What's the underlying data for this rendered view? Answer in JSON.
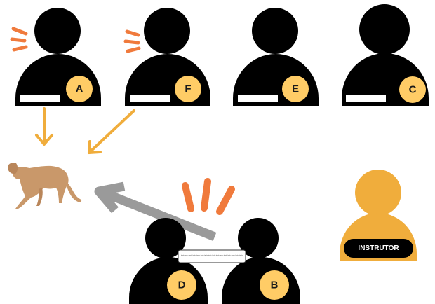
{
  "colors": {
    "person": "#000000",
    "badge": "#ffcc66",
    "instructor": "#f0ad3c",
    "arrow_orange": "#f0ad3c",
    "arrow_gray": "#9a9a9a",
    "attention_lines": "#f07a3c",
    "name_tag": "#ffffff"
  },
  "students_top": [
    {
      "id": "A",
      "label": "A",
      "speaking": true
    },
    {
      "id": "F",
      "label": "F",
      "speaking": true
    },
    {
      "id": "E",
      "label": "E",
      "speaking": false
    },
    {
      "id": "C",
      "label": "C",
      "speaking": false
    }
  ],
  "students_bottom": [
    {
      "id": "D",
      "label": "D"
    },
    {
      "id": "B",
      "label": "B"
    }
  ],
  "instructor": {
    "label": "INSTRUTOR"
  },
  "shared_note": {
    "text": "texto texto texto texto texto texto texto texto texto texto texto texto texto texto texto texto"
  },
  "animal_icon": "puma-icon"
}
